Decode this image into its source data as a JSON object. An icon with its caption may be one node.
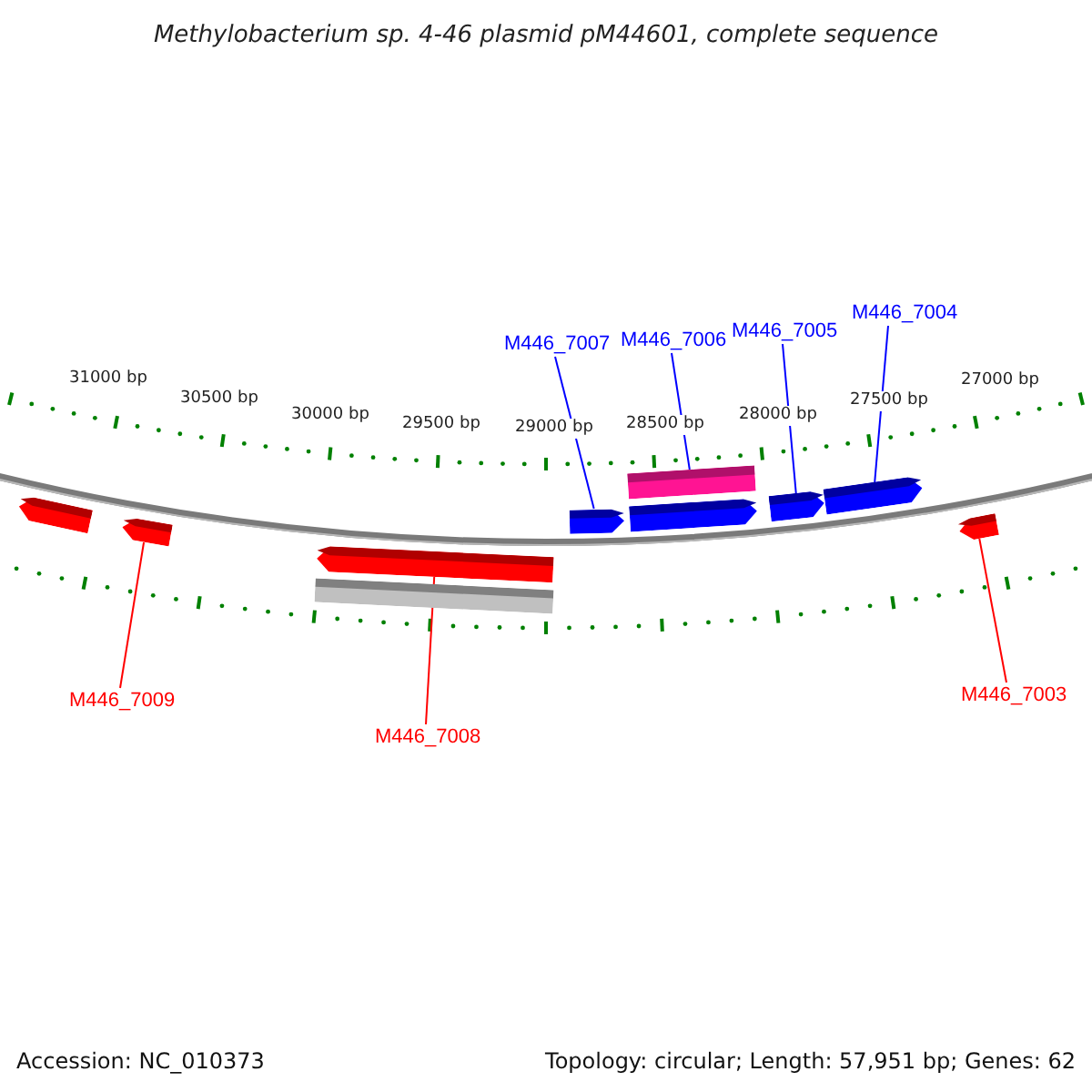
{
  "diagram": {
    "title": "Methylobacterium sp. 4-46 plasmid pM44601, complete sequence",
    "nodes": [
      {
        "text": [
          "M446_7007"
        ]
      },
      {
        "text": [
          "M446_7006"
        ]
      },
      {
        "text": [
          "M446_7005"
        ]
      },
      {
        "text": [
          "M446_7004"
        ]
      },
      {
        "text": [],
        "shape": "arrow"
      },
      {
        "text": [],
        "shape": "arrow"
      },
      {
        "text": [],
        "shape": "arrow"
      },
      {
        "text": [],
        "shape": "bar"
      },
      {
        "text": [],
        "shape": "arrow"
      },
      {
        "text": [],
        "shape": "bar"
      },
      {
        "text": [],
        "shape": "arrow"
      },
      {
        "text": [],
        "shape": "arrow"
      },
      {
        "text": [],
        "shape": "arrow"
      },
      {
        "text": [],
        "shape": "arrow"
      },
      {
        "text": [
          "M446_7009"
        ]
      },
      {
        "text": [
          "M446_7008"
        ]
      },
      {
        "text": [
          "M446_7003"
        ]
      }
    ],
    "edges": [
      {
        "from": 0,
        "to": 8,
        "arrow": "none"
      },
      {
        "from": 1,
        "to": 9,
        "arrow": "none"
      },
      {
        "from": 2,
        "to": 11,
        "arrow": "none"
      },
      {
        "from": 3,
        "to": 12,
        "arrow": "none"
      },
      {
        "from": 14,
        "to": 5,
        "arrow": "none",
        "color": "#ff0000"
      },
      {
        "from": 15,
        "to": 6,
        "arrow": "none",
        "color": "#ff0000"
      },
      {
        "from": 16,
        "to": 13,
        "arrow": "none",
        "color": "#ff0000"
      }
    ],
    "labels": [
      "31000 bp",
      "30500 bp",
      "30000 bp",
      "29500 bp",
      "29000 bp",
      "28500 bp",
      "28000 bp",
      "27500 bp",
      "27000 bp",
      "Accession: NC_010373",
      "Topology: circular; Length: 57,951 bp; Genes: 62"
    ]
  }
}
